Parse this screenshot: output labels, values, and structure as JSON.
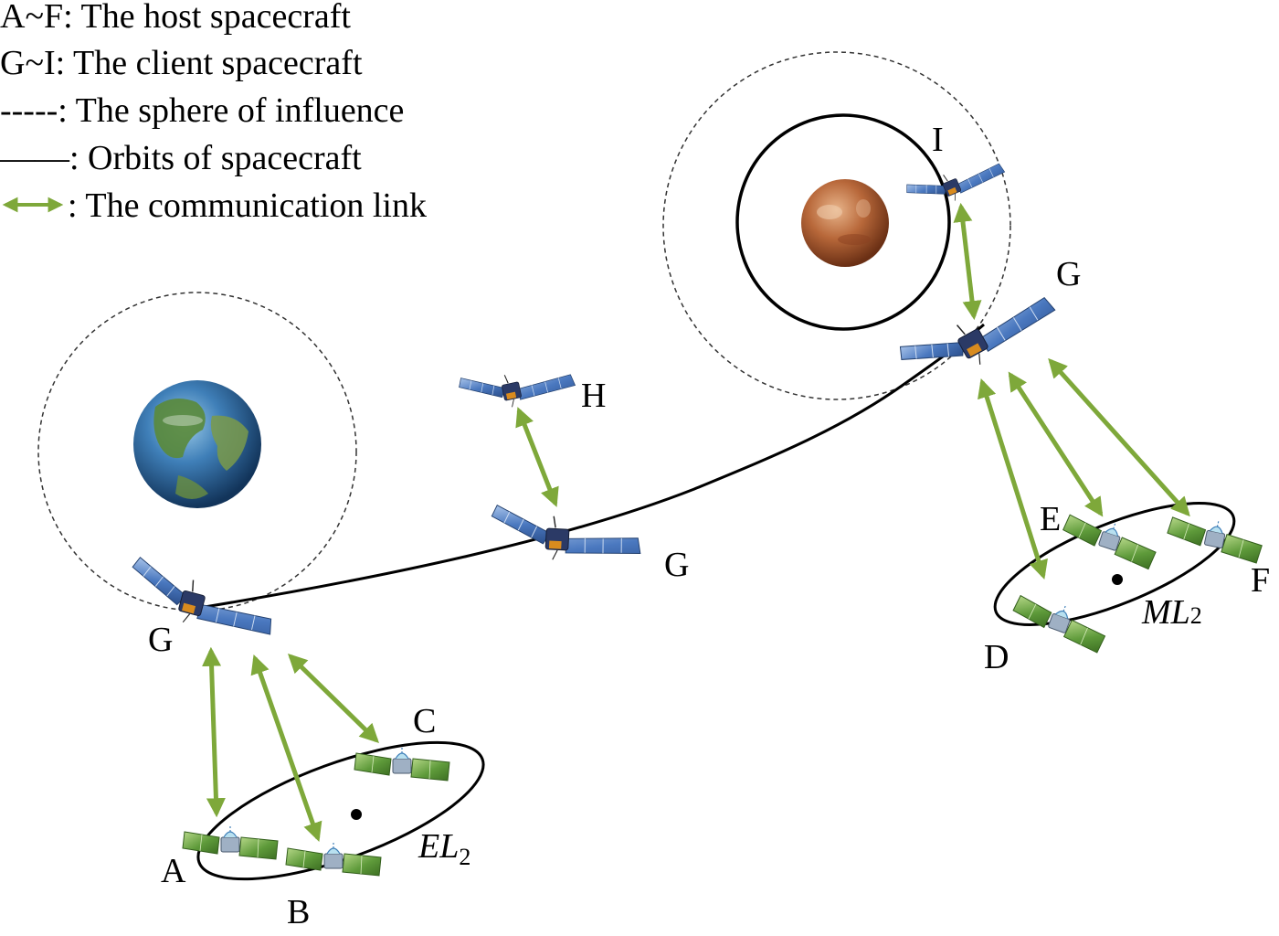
{
  "legend": {
    "items": [
      {
        "text": "A~F: The host spacecraft"
      },
      {
        "text": "G~I: The client spacecraft"
      },
      {
        "text": "-----: The sphere of influence"
      },
      {
        "text": "——: Orbits of spacecraft"
      },
      {
        "text": ": The communication link"
      }
    ]
  },
  "labels": {
    "A": "A",
    "B": "B",
    "C": "C",
    "D": "D",
    "E": "E",
    "F": "F",
    "G_earth": "G",
    "G_mid": "G",
    "G_mars": "G",
    "H": "H",
    "I": "I",
    "el2_main": "EL",
    "el2_sub": "2",
    "ml2_main": "ML",
    "ml2_sub": "2"
  },
  "colors": {
    "link": "#7ea83a",
    "orbit": "#000000",
    "sphere": "#333333",
    "panel_blue": "#3f6fb5",
    "panel_green": "#5e9a3a"
  },
  "icons": {
    "earth": "earth-icon",
    "mars": "mars-icon",
    "client": "client-spacecraft-icon",
    "host": "host-spacecraft-icon"
  }
}
